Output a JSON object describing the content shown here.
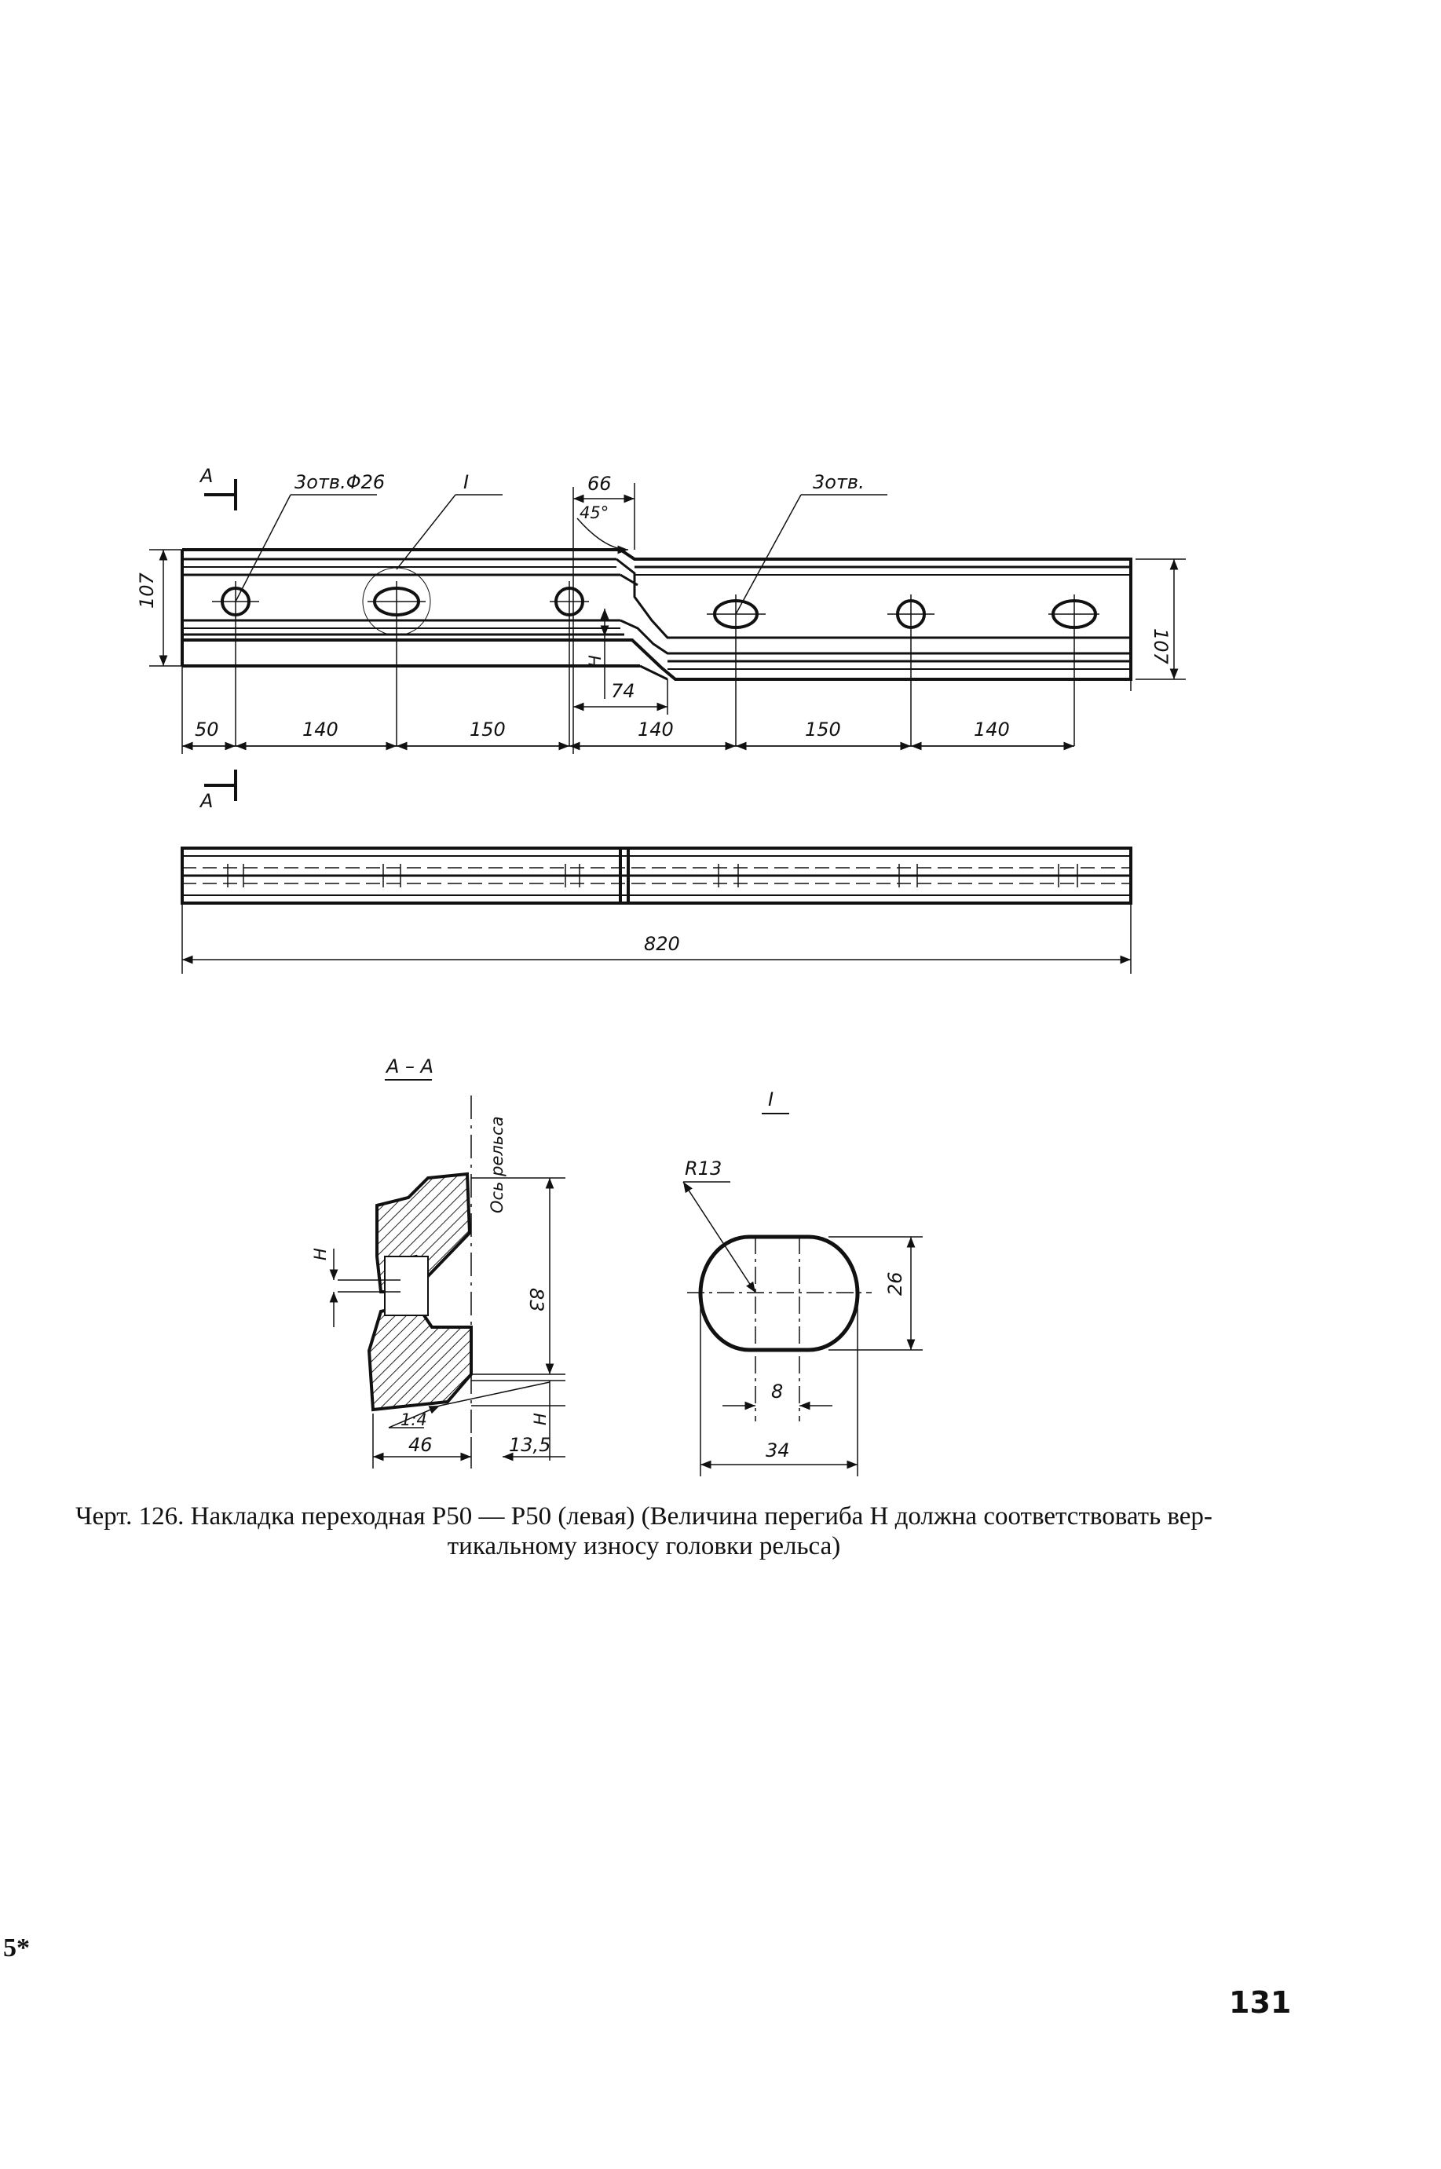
{
  "drawing": {
    "section_marker": "А",
    "holes_note_1": "3отв.Φ26",
    "detail_ref": "I",
    "holes_note_2": "3отв.",
    "dim_top_66": "66",
    "dim_angle": "45°",
    "dim_left_height": "107",
    "dim_right_height": "107",
    "dim_h_label": "H",
    "dim_74": "74",
    "bottom_dims": [
      "50",
      "140",
      "150",
      "140",
      "150",
      "140"
    ],
    "total_length": "820",
    "section_title": "А – А",
    "axis_label": "Ось рельса",
    "dim_83": "83",
    "dim_slope": "1:4",
    "dim_46": "46",
    "dim_13_5": "13,5",
    "detail_title": "I",
    "dim_r13": "R13",
    "dim_26": "26",
    "dim_8": "8",
    "dim_34": "34"
  },
  "caption": {
    "line1": "Черт. 126. Накладка переходная Р50 — Р50 (левая) (Величина перегиба H должна соответствовать вер-",
    "line2": "тикальному износу головки рельса)"
  },
  "page_mark": "5*",
  "page_number": "131"
}
